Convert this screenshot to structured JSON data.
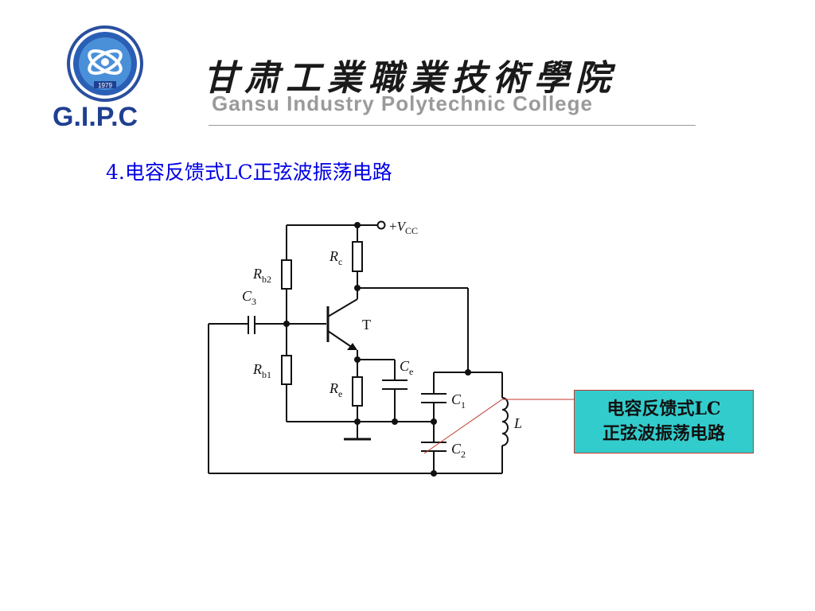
{
  "header": {
    "logo_abbr": "G.I.P.C",
    "college_name_cn": "甘肃工業職業技術學院",
    "college_name_en": "Gansu Industry Polytechnic College",
    "seal_year": "1979"
  },
  "slide": {
    "title": "4.电容反馈式LC正弦波振荡电路"
  },
  "circuit": {
    "supply_sign": "+",
    "supply_main": "V",
    "supply_sub": "CC",
    "labels": [
      {
        "main": "R",
        "sub": "c"
      },
      {
        "main": "R",
        "sub": "b2"
      },
      {
        "main": "C",
        "sub": "3"
      },
      {
        "main": "R",
        "sub": "b1"
      },
      {
        "main": "R",
        "sub": "e"
      },
      {
        "main": "C",
        "sub": "e"
      },
      {
        "main": "C",
        "sub": "1"
      },
      {
        "main": "C",
        "sub": "2"
      },
      {
        "main": "L",
        "sub": ""
      }
    ],
    "transistor_label": "T"
  },
  "callout": {
    "line1": "电容反馈式LC",
    "line2": "正弦波振荡电路"
  },
  "colors": {
    "title": "#0000e6",
    "brand_blue": "#1f3f91",
    "callout_bg": "#33cccc",
    "callout_border": "#c0392b"
  }
}
